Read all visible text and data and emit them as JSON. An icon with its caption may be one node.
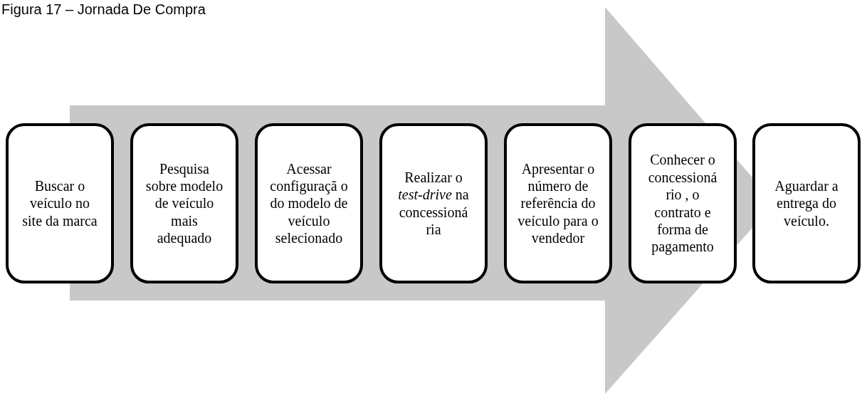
{
  "diagram": {
    "title": "Figura 17 – Jornada De Compra",
    "nodes": [
      {
        "text": [
          "Buscar o veículo no site da marca"
        ]
      },
      {
        "text": [
          "Pesquisa sobre modelo de veículo mais adequado"
        ]
      },
      {
        "text": [
          "Acessar configuraçã o do modelo de veículo selecionado"
        ]
      },
      {
        "text": [
          "Realizar o *test-drive* na concessioná ria"
        ]
      },
      {
        "text": [
          "Apresentar o número de referência do veículo para o vendedor"
        ]
      },
      {
        "text": [
          "Conhecer o concessioná rio , o contrato e forma de pagamento"
        ]
      },
      {
        "text": [
          "Aguardar a entrega do veículo."
        ]
      }
    ],
    "edges": [
      {
        "from": 0,
        "to": 6,
        "arrow": "to",
        "style": "thick"
      }
    ]
  }
}
